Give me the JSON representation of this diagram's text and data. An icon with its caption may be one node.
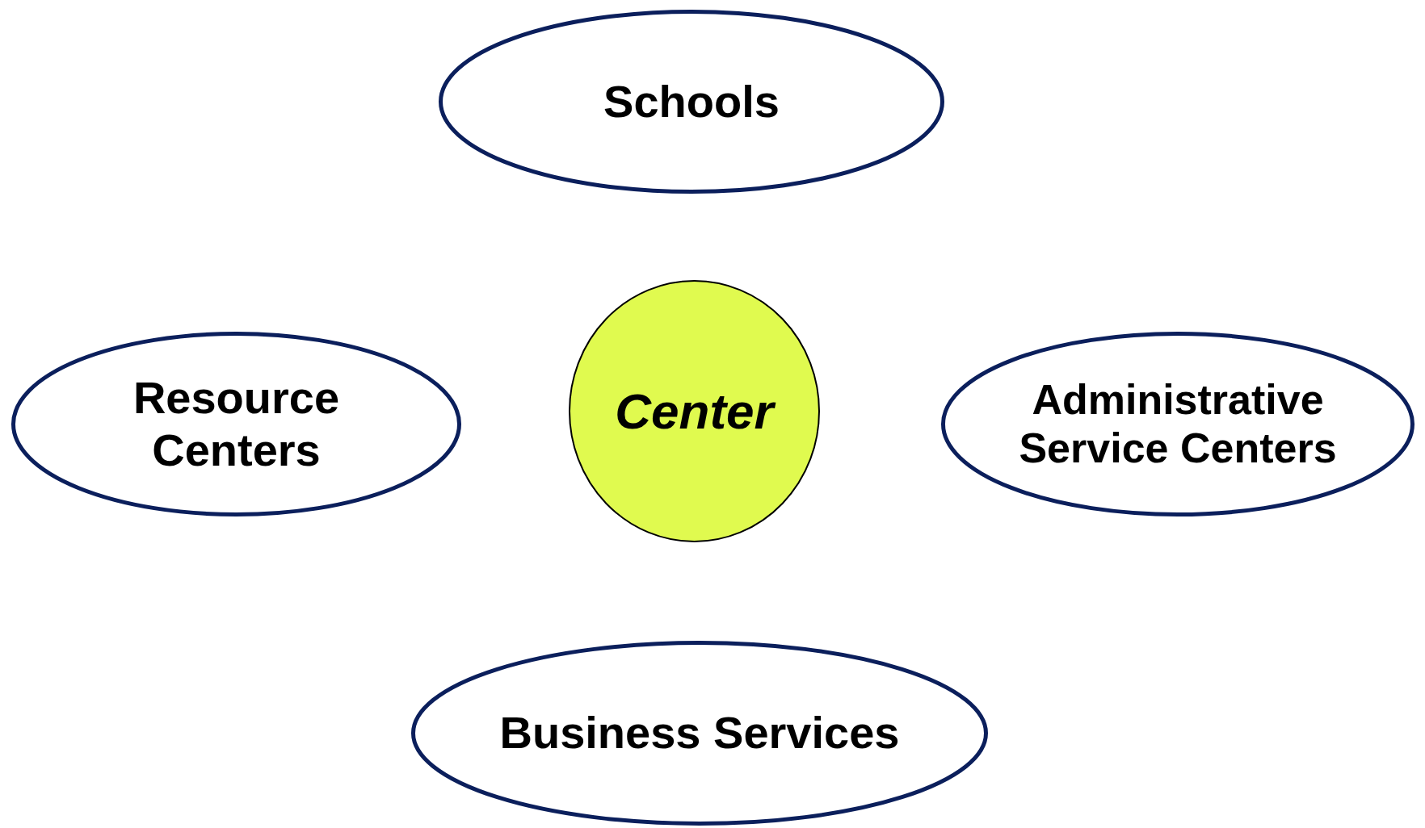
{
  "diagram": {
    "nodes": [
      {
        "text": [
          "Schools"
        ]
      },
      {
        "text": [
          "Resource Centers"
        ]
      },
      {
        "text": [
          "Center"
        ]
      },
      {
        "text": [
          "Administrative Service Centers"
        ]
      },
      {
        "text": [
          "Business Services"
        ]
      }
    ]
  }
}
